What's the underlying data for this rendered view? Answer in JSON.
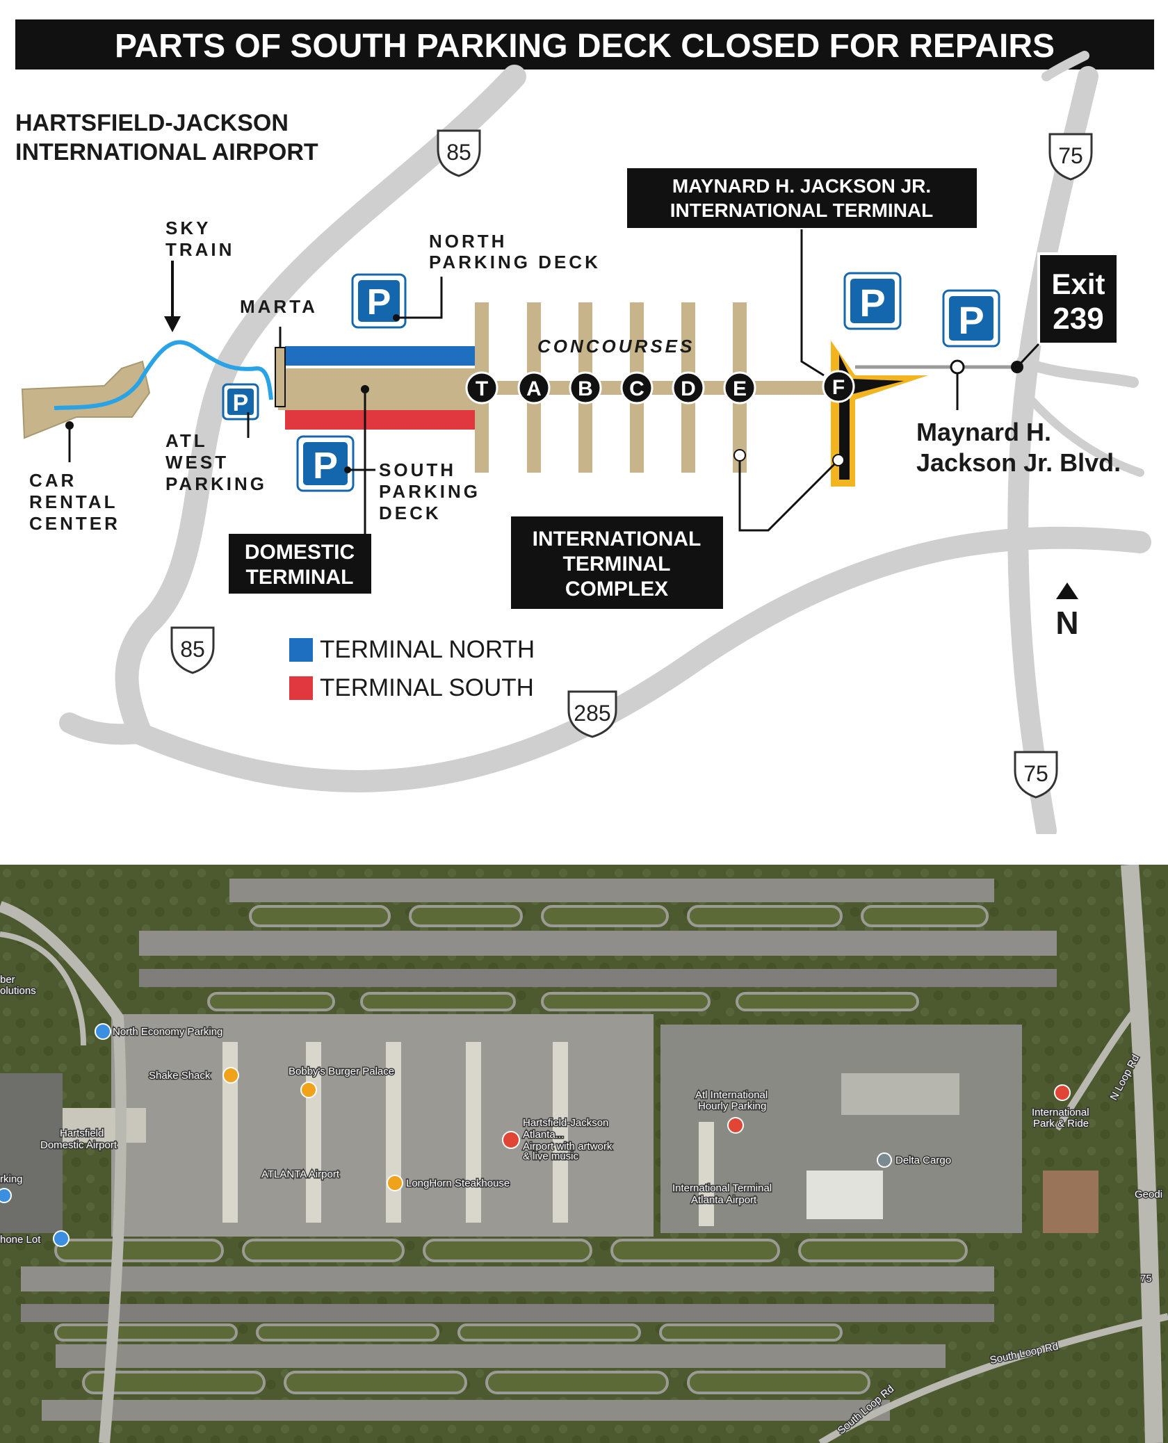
{
  "title": "PARTS OF SOUTH PARKING DECK CLOSED FOR REPAIRS",
  "airport": {
    "line1": "HARTSFIELD-JACKSON",
    "line2": "INTERNATIONAL AIRPORT"
  },
  "labels": {
    "sky_train": [
      "SKY",
      "TRAIN"
    ],
    "marta": "MARTA",
    "north_deck": [
      "NORTH",
      "PARKING DECK"
    ],
    "concourses": "CONCOURSES",
    "car_rental": [
      "CAR",
      "RENTAL",
      "CENTER"
    ],
    "atl_west": [
      "ATL",
      "WEST",
      "PARKING"
    ],
    "south_deck": [
      "SOUTH",
      "PARKING",
      "DECK"
    ],
    "domestic": [
      "DOMESTIC",
      "TERMINAL"
    ],
    "itc": [
      "INTERNATIONAL",
      "TERMINAL",
      "COMPLEX"
    ],
    "maynard_terminal": [
      "MAYNARD H. JACKSON JR.",
      "INTERNATIONAL TERMINAL"
    ],
    "blvd": [
      "Maynard H.",
      "Jackson Jr. Blvd."
    ],
    "exit": [
      "Exit",
      "239"
    ],
    "north_arrow": "N",
    "parking_symbol": "P"
  },
  "concourse_letters": [
    "T",
    "A",
    "B",
    "C",
    "D",
    "E",
    "F"
  ],
  "highways": {
    "i85_top": "85",
    "i85_bottom": "85",
    "i75_top": "75",
    "i75_bottom": "75",
    "i285": "285"
  },
  "legend": [
    {
      "label": "TERMINAL NORTH",
      "color": "#1f6fc0"
    },
    {
      "label": "TERMINAL SOUTH",
      "color": "#e0383e"
    }
  ],
  "colors": {
    "terminal_tan": "#c7b48a",
    "accent_yellow": "#f2b51f",
    "sky_train": "#2aa3e6",
    "parking_blue": "#1467ad",
    "road_gray": "#c8c8c8"
  },
  "satellite": {
    "labels": {
      "north_economy": "North Economy Parking",
      "shake_shack": "Shake Shack",
      "bobbys": "Bobby's Burger Palace",
      "hjaa": [
        "Hartsfield-Jackson",
        "Atlanta..."
      ],
      "hjaa_note": [
        "Airport with artwork",
        "& live music"
      ],
      "domestic": [
        "Hartsfield",
        "Domestic Airport"
      ],
      "atlanta_airport": "ATLANTA Airport",
      "longhorn": "LongHorn Steakhouse",
      "atl_hourly": [
        "Atl International",
        "Hourly Parking"
      ],
      "intl_term": [
        "International Terminal",
        "Atlanta Airport"
      ],
      "delta_cargo": "Delta Cargo",
      "intl_park": [
        "International",
        "Park & Ride"
      ],
      "n_loop": "N Loop Rd",
      "south_loop": "South Loop Rd",
      "south_loop2": "South Loop Rd",
      "geodis": "Geodi",
      "phone_lot": "hone Lot",
      "parking_edge": "rking",
      "solutions": [
        "ber",
        "olutions"
      ],
      "i75": "75"
    }
  }
}
